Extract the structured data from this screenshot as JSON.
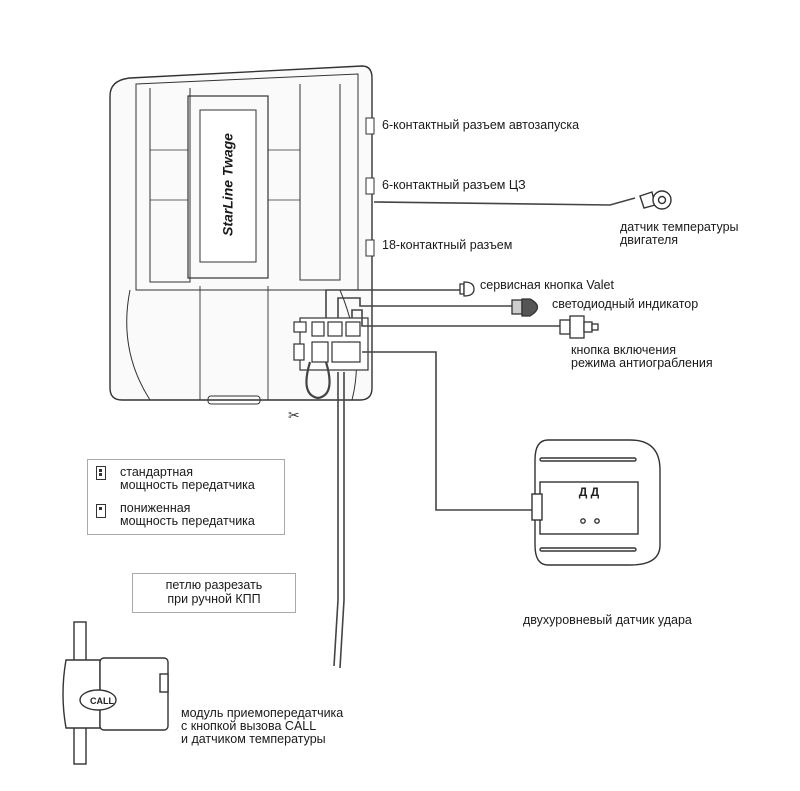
{
  "unit": {
    "brand_label": "StarLine Twage"
  },
  "connectors": {
    "autostart": "6-контактный разъем автозапуска",
    "central_lock": "6-контактный разъем ЦЗ",
    "main18": "18-контактный разъем"
  },
  "peripherals": {
    "temp_sensor": [
      "датчик температуры",
      "двигателя"
    ],
    "valet": "сервисная кнопка Valet",
    "led": "светодиодный индикатор",
    "antihijack": [
      "кнопка включения",
      "режима антиограбления"
    ]
  },
  "jumper_legend": {
    "standard": [
      "стандартная",
      "мощность передатчика"
    ],
    "reduced": [
      "пониженная",
      "мощность передатчика"
    ]
  },
  "loop_note": [
    "петлю разрезать",
    "при ручной КПП"
  ],
  "shock_sensor": {
    "marking": "Д Д",
    "caption": "двухуровневый датчик удара"
  },
  "transceiver": {
    "button": "CALL",
    "caption": [
      "модуль приемопередатчика",
      "с кнопкой вызова CALL",
      "и датчиком температуры"
    ]
  }
}
